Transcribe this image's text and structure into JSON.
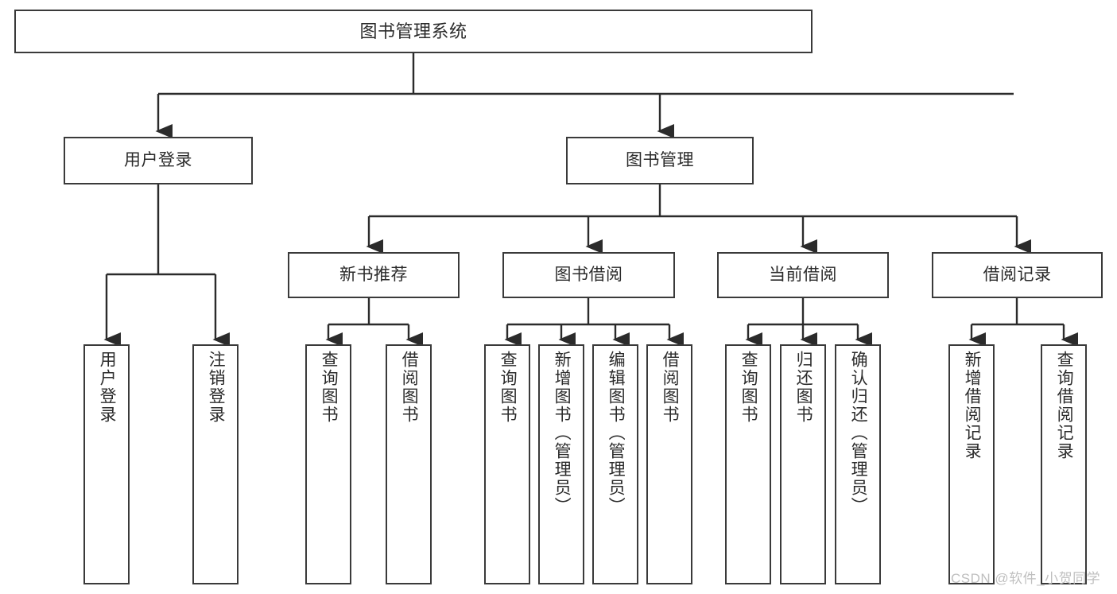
{
  "diagram": {
    "title": "图书管理系统",
    "type": "hierarchy-tree",
    "colors": {
      "node_border": "#3a3a3a",
      "node_fill": "#ffffff",
      "edge": "#2b2b2b",
      "text": "#2b2b2b",
      "watermark": "#bfbfbf",
      "background": "#ffffff"
    },
    "watermark": "CSDN @软件_小贺同学"
  },
  "nodes": {
    "root": {
      "label": "图书管理系统"
    },
    "level2": [
      {
        "label": "用户登录"
      },
      {
        "label": "图书管理"
      }
    ],
    "level3": [
      {
        "label": "新书推荐"
      },
      {
        "label": "图书借阅"
      },
      {
        "label": "当前借阅"
      },
      {
        "label": "借阅记录"
      }
    ],
    "leaves": {
      "user_login": [
        {
          "label": "用户登录"
        },
        {
          "label": "注销登录"
        }
      ],
      "new_book_recommend": [
        {
          "label": "查询图书"
        },
        {
          "label": "借阅图书"
        }
      ],
      "book_borrow": [
        {
          "label": "查询图书"
        },
        {
          "label": "新增图书（管理员）"
        },
        {
          "label": "编辑图书（管理员）"
        },
        {
          "label": "借阅图书"
        }
      ],
      "current_borrow": [
        {
          "label": "查询图书"
        },
        {
          "label": "归还图书"
        },
        {
          "label": "确认归还（管理员）"
        }
      ],
      "borrow_record": [
        {
          "label": "新增借阅记录"
        },
        {
          "label": "查询借阅记录"
        }
      ]
    }
  }
}
